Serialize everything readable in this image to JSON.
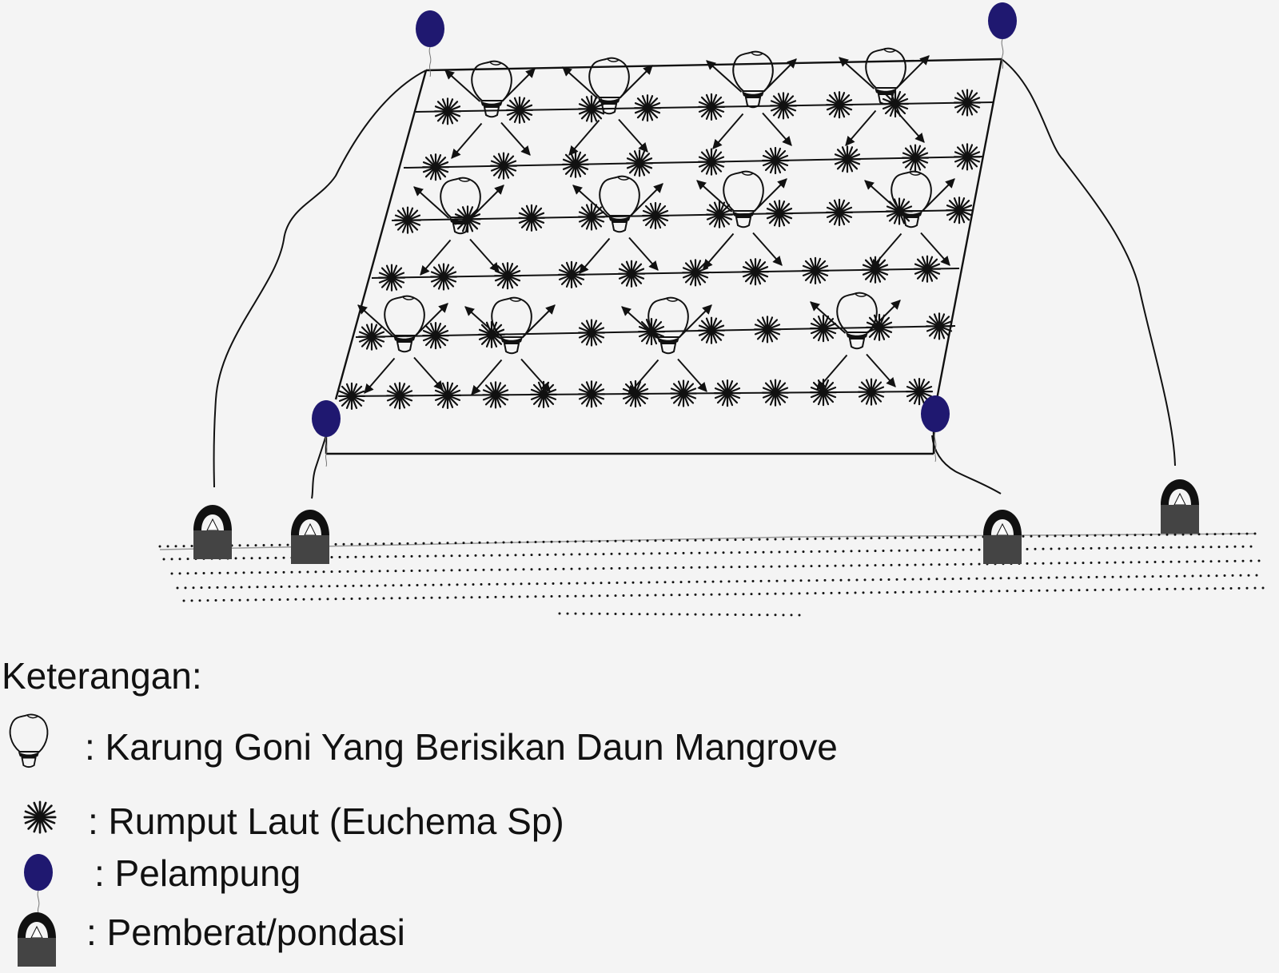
{
  "legend": {
    "title": "Keterangan:",
    "items": [
      {
        "key": "sack",
        "icon": "sack-icon",
        "label": ": Karung Goni Yang Berisikan Daun Mangrove"
      },
      {
        "key": "seaweed",
        "icon": "seaweed-icon",
        "label": ": Rumput Laut (Euchema Sp)"
      },
      {
        "key": "float",
        "icon": "float-icon",
        "label": ": Pelampung"
      },
      {
        "key": "weight",
        "icon": "anchor-weight-icon",
        "label": ": Pemberat/pondasi"
      }
    ]
  },
  "colors": {
    "float": "#1f1870",
    "weight_block": "#444444",
    "line": "#111111",
    "background": "#f4f4f4"
  }
}
